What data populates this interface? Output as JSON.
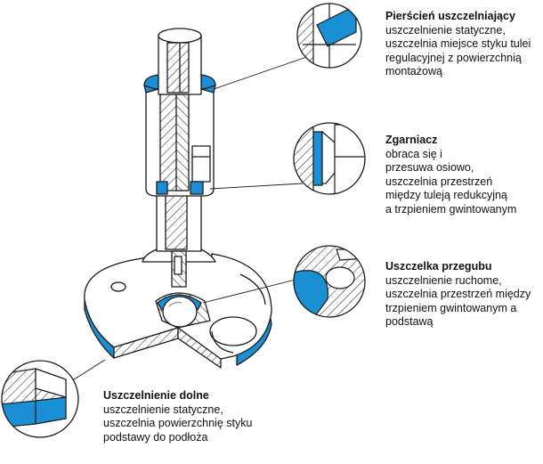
{
  "colors": {
    "seal": "#1a8fd4",
    "line": "#1a1a1a",
    "fill": "#ffffff"
  },
  "callouts": {
    "ring": {
      "title": "Pierścień uszczelniający",
      "lines": [
        "uszczelnienie statyczne,",
        "uszczelnia miejsce styku tulei",
        "regulacyjnej z powierzchnią",
        "montażową"
      ]
    },
    "wiper": {
      "title": "Zgarniacz",
      "lines": [
        "obraca się i",
        "przesuwa osiowo,",
        "uszczelnia przestrzeń",
        "między tuleją redukcyjną",
        "a trzpieniem gwintowanym"
      ]
    },
    "joint": {
      "title": "Uszczelka przegubu",
      "lines": [
        "uszczelnienie ruchome,",
        "uszczelnia przestrzeń między",
        "trzpieniem gwintowanym a",
        "podstawą"
      ]
    },
    "bottom": {
      "title": "Uszczelnienie dolne",
      "lines": [
        "uszczelnienie statyczne,",
        "uszczelnia powierzchnię styku",
        "podstawy do podłoża"
      ]
    }
  }
}
